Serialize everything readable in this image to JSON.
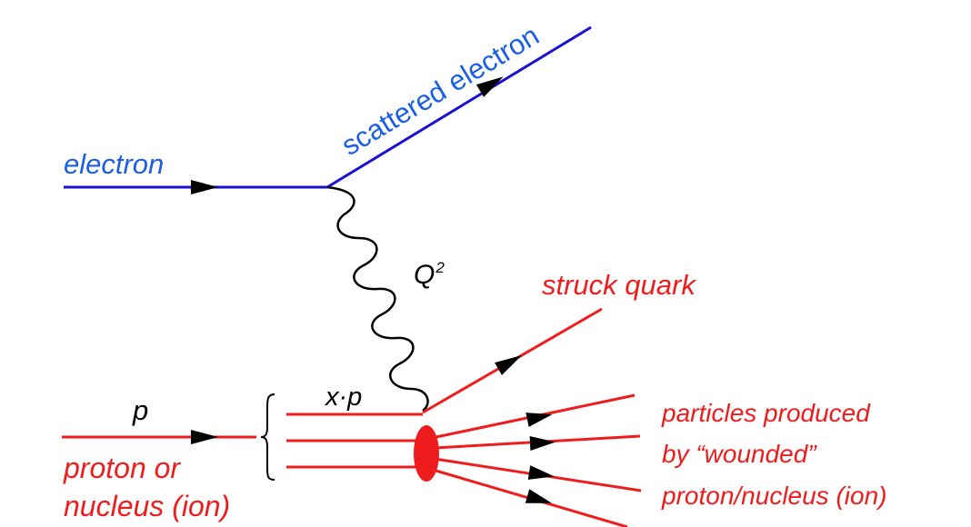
{
  "labels": {
    "electron": "electron",
    "scattered_electron": "scattered electron",
    "q2_main": "Q",
    "q2_sup": "2",
    "struck_quark": "struck quark",
    "xp": "x·p",
    "p": "p",
    "proton_line1": "proton or",
    "proton_line2": "nucleus (ion)",
    "produced_line1": "particles produced",
    "produced_line2": "by “wounded”",
    "produced_line3": "proton/nucleus (ion)"
  },
  "colors": {
    "electron_line": "#1a10d0",
    "electron_text": "#1a5ee6",
    "hadron": "#ee1c1c",
    "photon": "#000000"
  }
}
